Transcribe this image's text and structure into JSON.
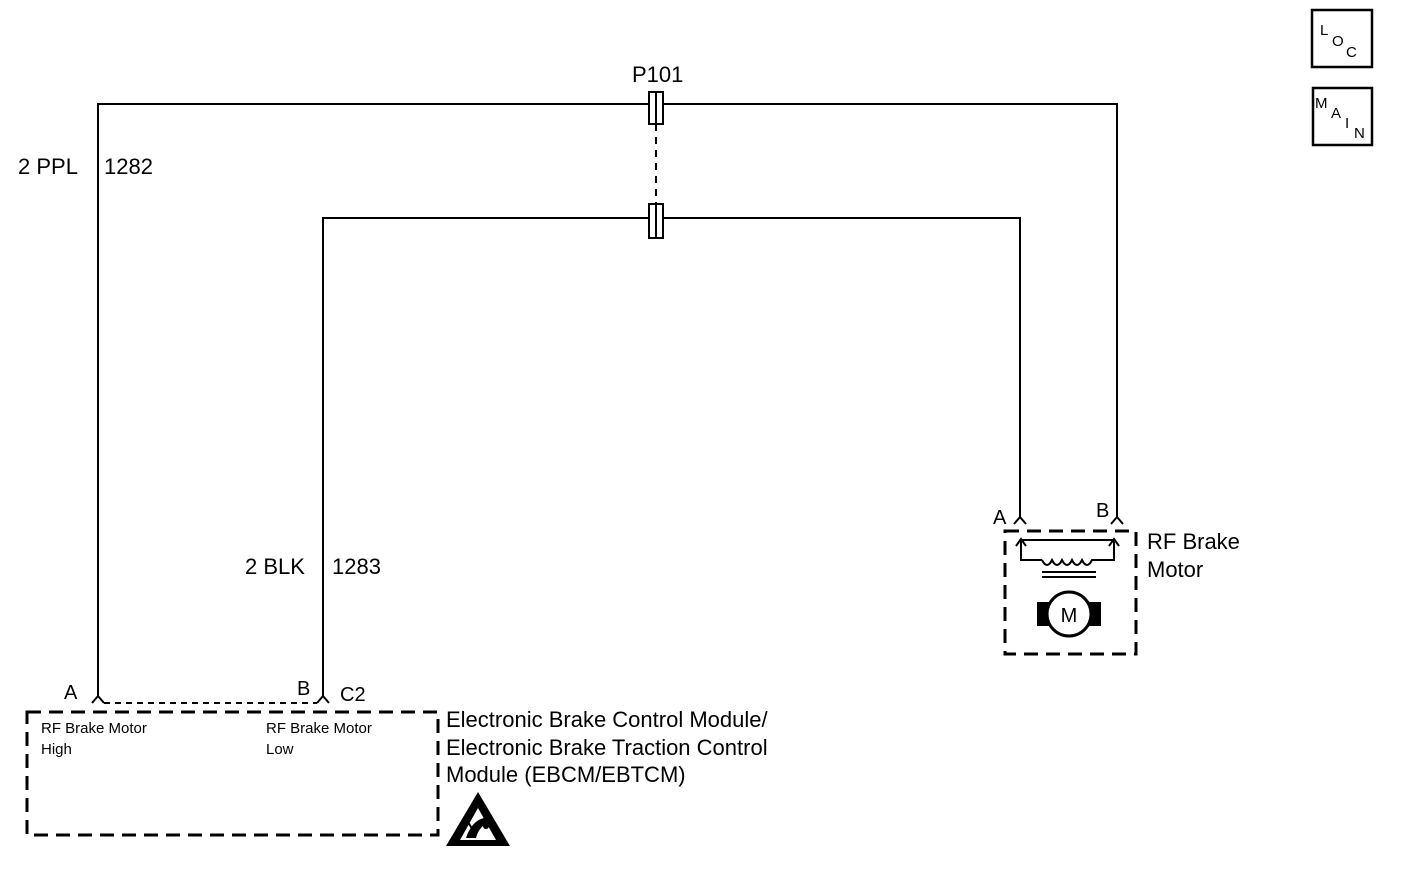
{
  "nav": {
    "loc": {
      "c1": "L",
      "c2": "O",
      "c3": "C"
    },
    "main": {
      "c1": "M",
      "c2": "A",
      "c3": "I",
      "c4": "N"
    }
  },
  "connector": {
    "name": "P101"
  },
  "wires": {
    "ppl": {
      "gauge_color": "2 PPL",
      "circuit": "1282"
    },
    "blk": {
      "gauge_color": "2 BLK",
      "circuit": "1283"
    }
  },
  "module": {
    "connector_label": "C2",
    "pin_a": "A",
    "pin_b": "B",
    "pin_a_line1": "RF Brake Motor",
    "pin_a_line2": "High",
    "pin_b_line1": "RF Brake Motor",
    "pin_b_line2": "Low",
    "name_line1": "Electronic Brake Control Module/",
    "name_line2": "Electronic Brake Traction Control",
    "name_line3": "Module (EBCM/EBTCM)",
    "esd_icon": "esd-warning-icon"
  },
  "motor": {
    "pin_a": "A",
    "pin_b": "B",
    "name_line1": "RF Brake",
    "name_line2": "Motor",
    "symbol": "M"
  }
}
